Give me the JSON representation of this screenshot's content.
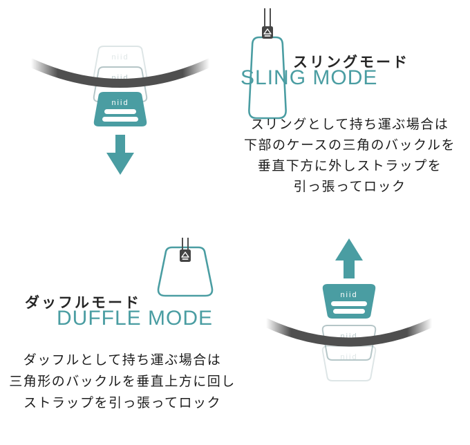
{
  "brand": {
    "logo": "niid"
  },
  "colors": {
    "teal": "#4A9DA2",
    "strap_gray": "#4F4F4F",
    "buckle_dark": "#454545",
    "text_dark": "#262626"
  },
  "sling": {
    "title_jp": "スリングモード",
    "title_en": "SLING MODE",
    "desc": [
      "スリングとして持ち運ぶ場合は",
      "下部のケースの三角のバックルを",
      "垂直下方に外しストラップを",
      "引っ張ってロック"
    ]
  },
  "duffle": {
    "title_jp": "ダッフルモード",
    "title_en": "DUFFLE MODE",
    "desc": [
      "ダッフルとして持ち運ぶ場合は",
      "三角形のバックルを垂直上方に回し",
      "ストラップを引っ張ってロック"
    ]
  }
}
